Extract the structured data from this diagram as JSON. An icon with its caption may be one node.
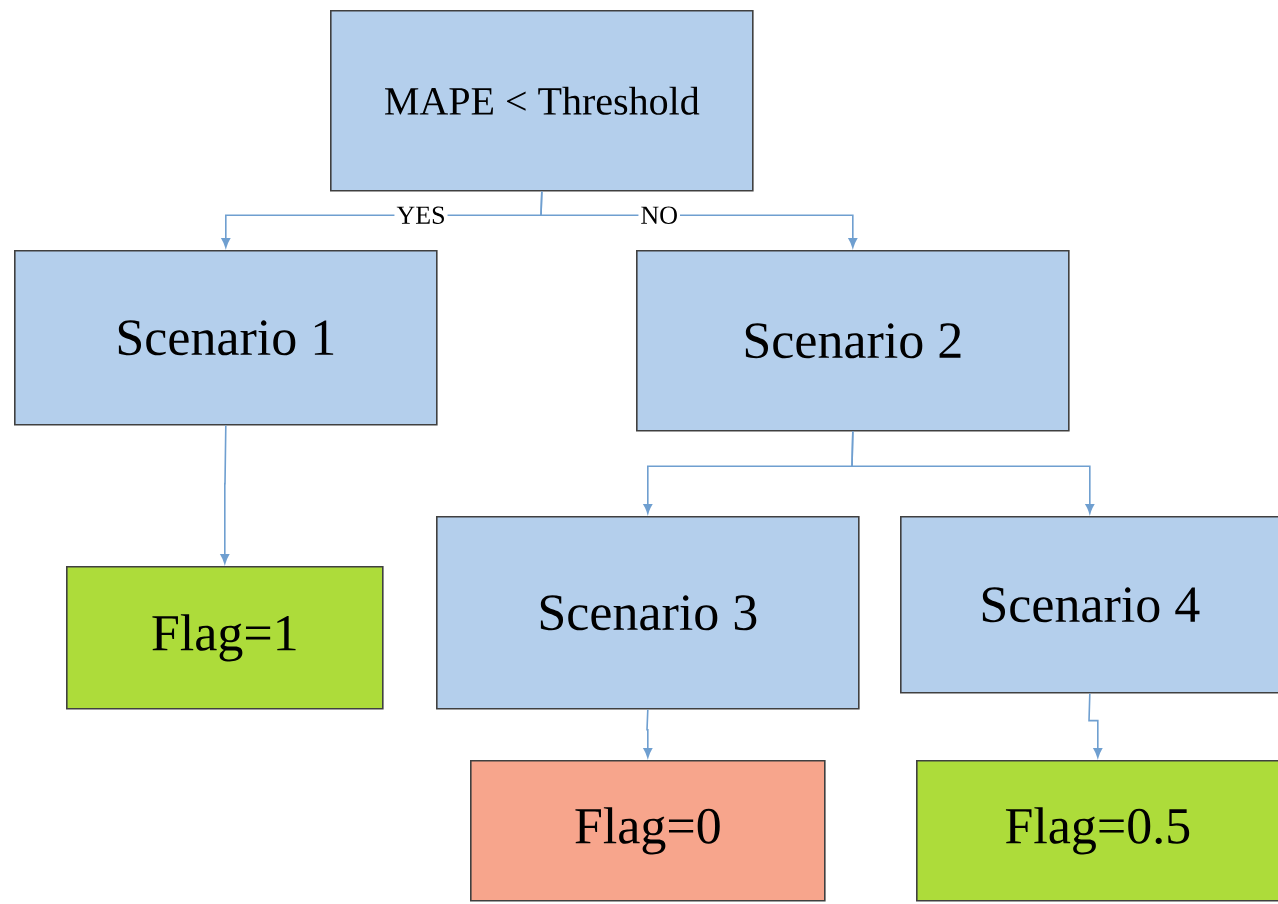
{
  "diagram": {
    "nodes": [
      {
        "text": [
          "MAPE < Threshold"
        ]
      },
      {
        "text": [
          "Scenario 1"
        ]
      },
      {
        "text": [
          "Scenario 2"
        ]
      },
      {
        "text": [
          "Flag=1"
        ]
      },
      {
        "text": [
          "Scenario 3"
        ]
      },
      {
        "text": [
          "Scenario 4"
        ]
      },
      {
        "text": [
          "Flag=0"
        ]
      },
      {
        "text": [
          "Flag=0.5"
        ]
      }
    ],
    "edges": [
      {
        "from": 0,
        "to": 1,
        "arrow": "to",
        "label": "YES"
      },
      {
        "from": 0,
        "to": 2,
        "arrow": "to",
        "label": "NO"
      },
      {
        "from": 1,
        "to": 3,
        "arrow": "to"
      },
      {
        "from": 2,
        "to": 4,
        "arrow": "to"
      },
      {
        "from": 2,
        "to": 5,
        "arrow": "to"
      },
      {
        "from": 4,
        "to": 6,
        "arrow": "to"
      },
      {
        "from": 5,
        "to": 7,
        "arrow": "to"
      }
    ]
  }
}
